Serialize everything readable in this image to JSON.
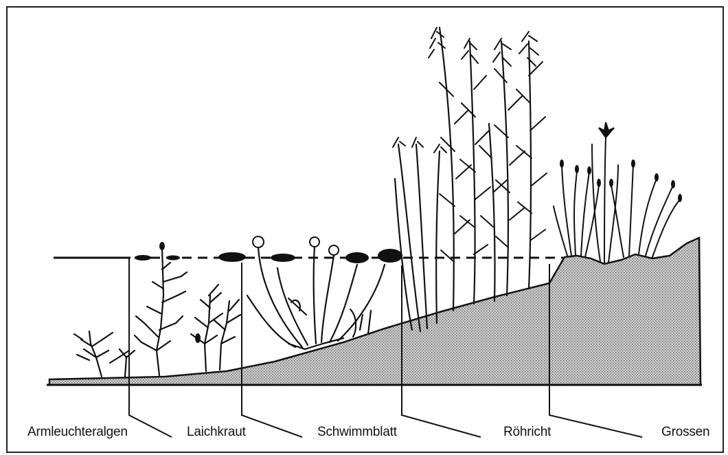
{
  "zones": [
    {
      "label": "Armleuchteralgen"
    },
    {
      "label": "Laichkraut"
    },
    {
      "label": "Schwimmblatt"
    },
    {
      "label": "Röhricht"
    },
    {
      "label": "Grossen"
    }
  ]
}
